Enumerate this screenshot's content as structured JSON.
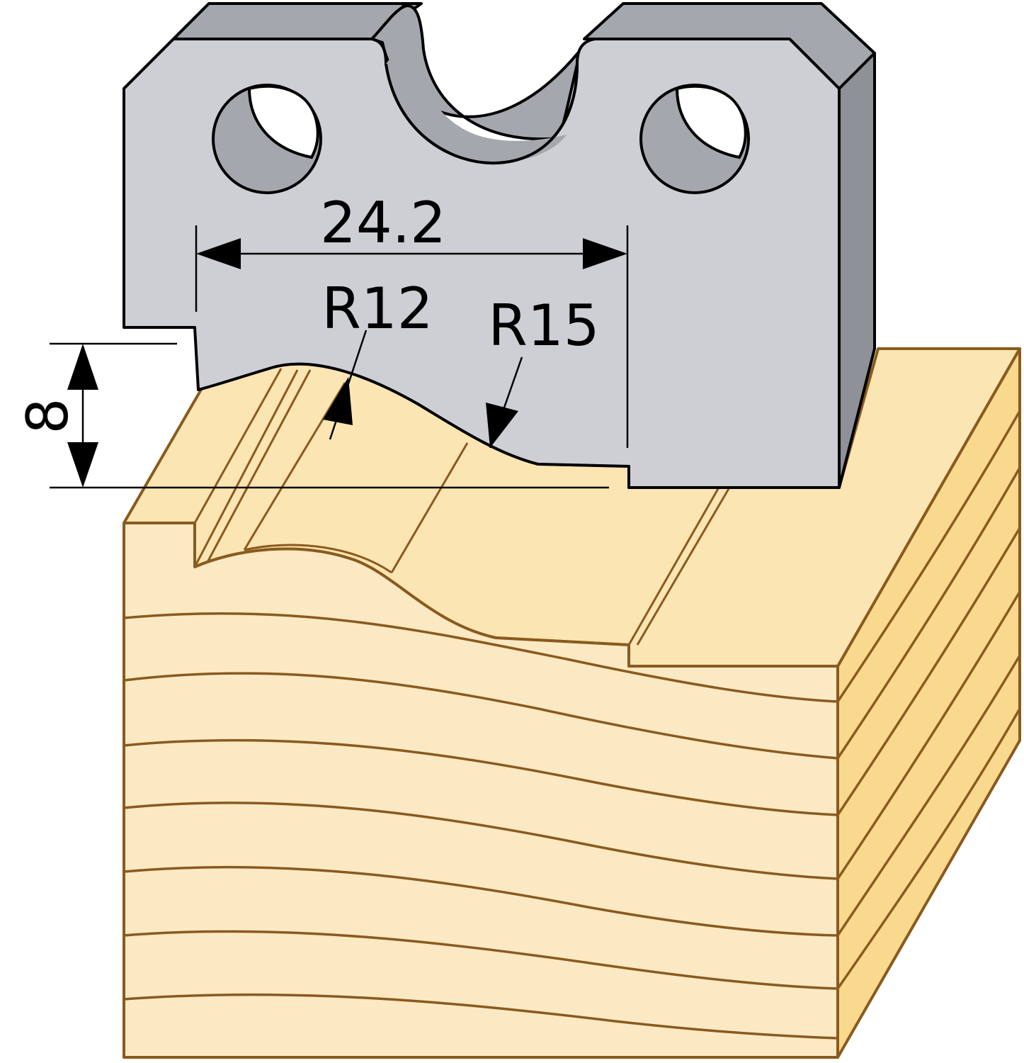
{
  "dimensions": {
    "width_label": "24.2",
    "radius_1_label": "R12",
    "radius_2_label": "R15",
    "depth_label": "8"
  },
  "colors": {
    "steel_face": "#cdcfd4",
    "steel_side": "#a4a7ad",
    "steel_dark": "#8e9197",
    "wood_face": "#fbe9c4",
    "wood_top": "#fbe5b3",
    "wood_side": "#f9d98e",
    "grain_line": "#8a5a1e",
    "outline": "#000000"
  }
}
